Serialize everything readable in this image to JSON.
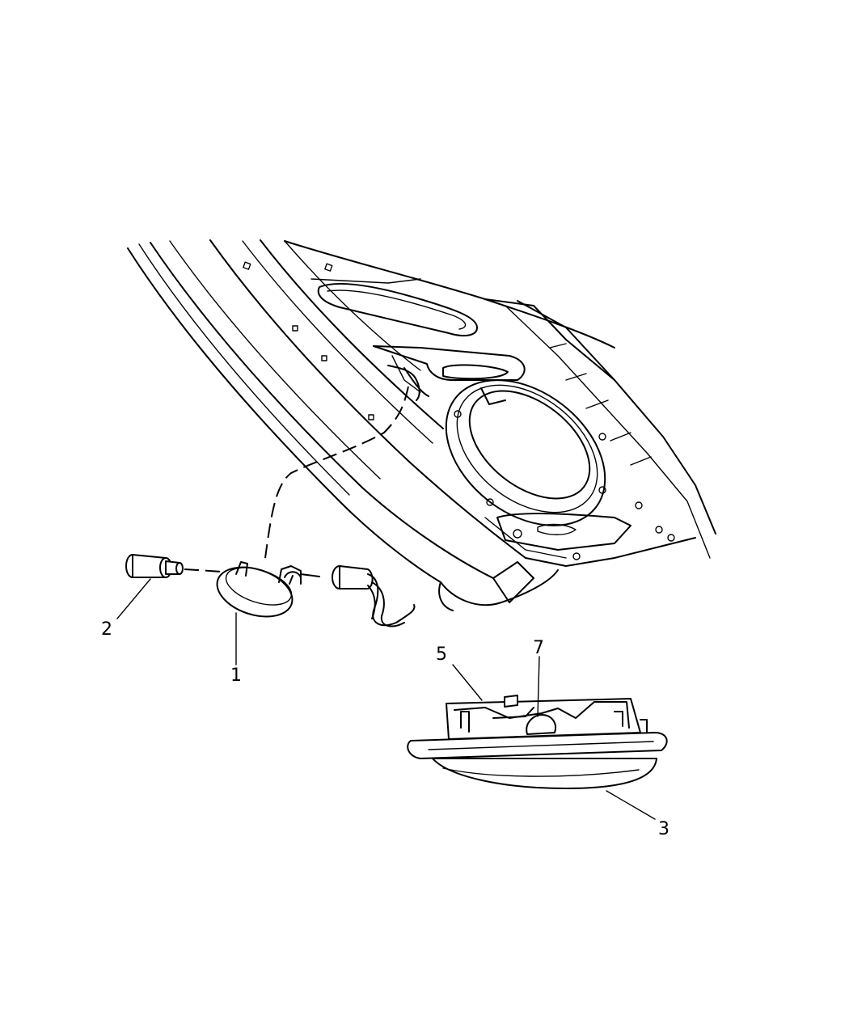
{
  "diagram": {
    "callouts": [
      {
        "id": "1",
        "label": "1"
      },
      {
        "id": "2",
        "label": "2"
      },
      {
        "id": "3",
        "label": "3"
      },
      {
        "id": "5",
        "label": "5"
      },
      {
        "id": "7",
        "label": "7"
      }
    ]
  }
}
